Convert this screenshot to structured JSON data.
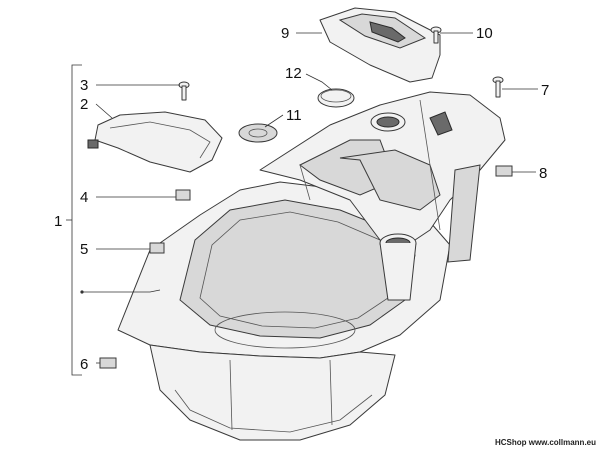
{
  "callouts": [
    {
      "id": "1",
      "label": "1"
    },
    {
      "id": "2",
      "label": "2"
    },
    {
      "id": "3",
      "label": "3"
    },
    {
      "id": "4",
      "label": "4"
    },
    {
      "id": "5",
      "label": "5"
    },
    {
      "id": "6",
      "label": "6"
    },
    {
      "id": "7",
      "label": "7"
    },
    {
      "id": "8",
      "label": "8"
    },
    {
      "id": "9",
      "label": "9"
    },
    {
      "id": "10",
      "label": "10"
    },
    {
      "id": "11",
      "label": "11"
    },
    {
      "id": "12",
      "label": "12"
    }
  ],
  "watermark": "HCShop www.collmann.eu"
}
